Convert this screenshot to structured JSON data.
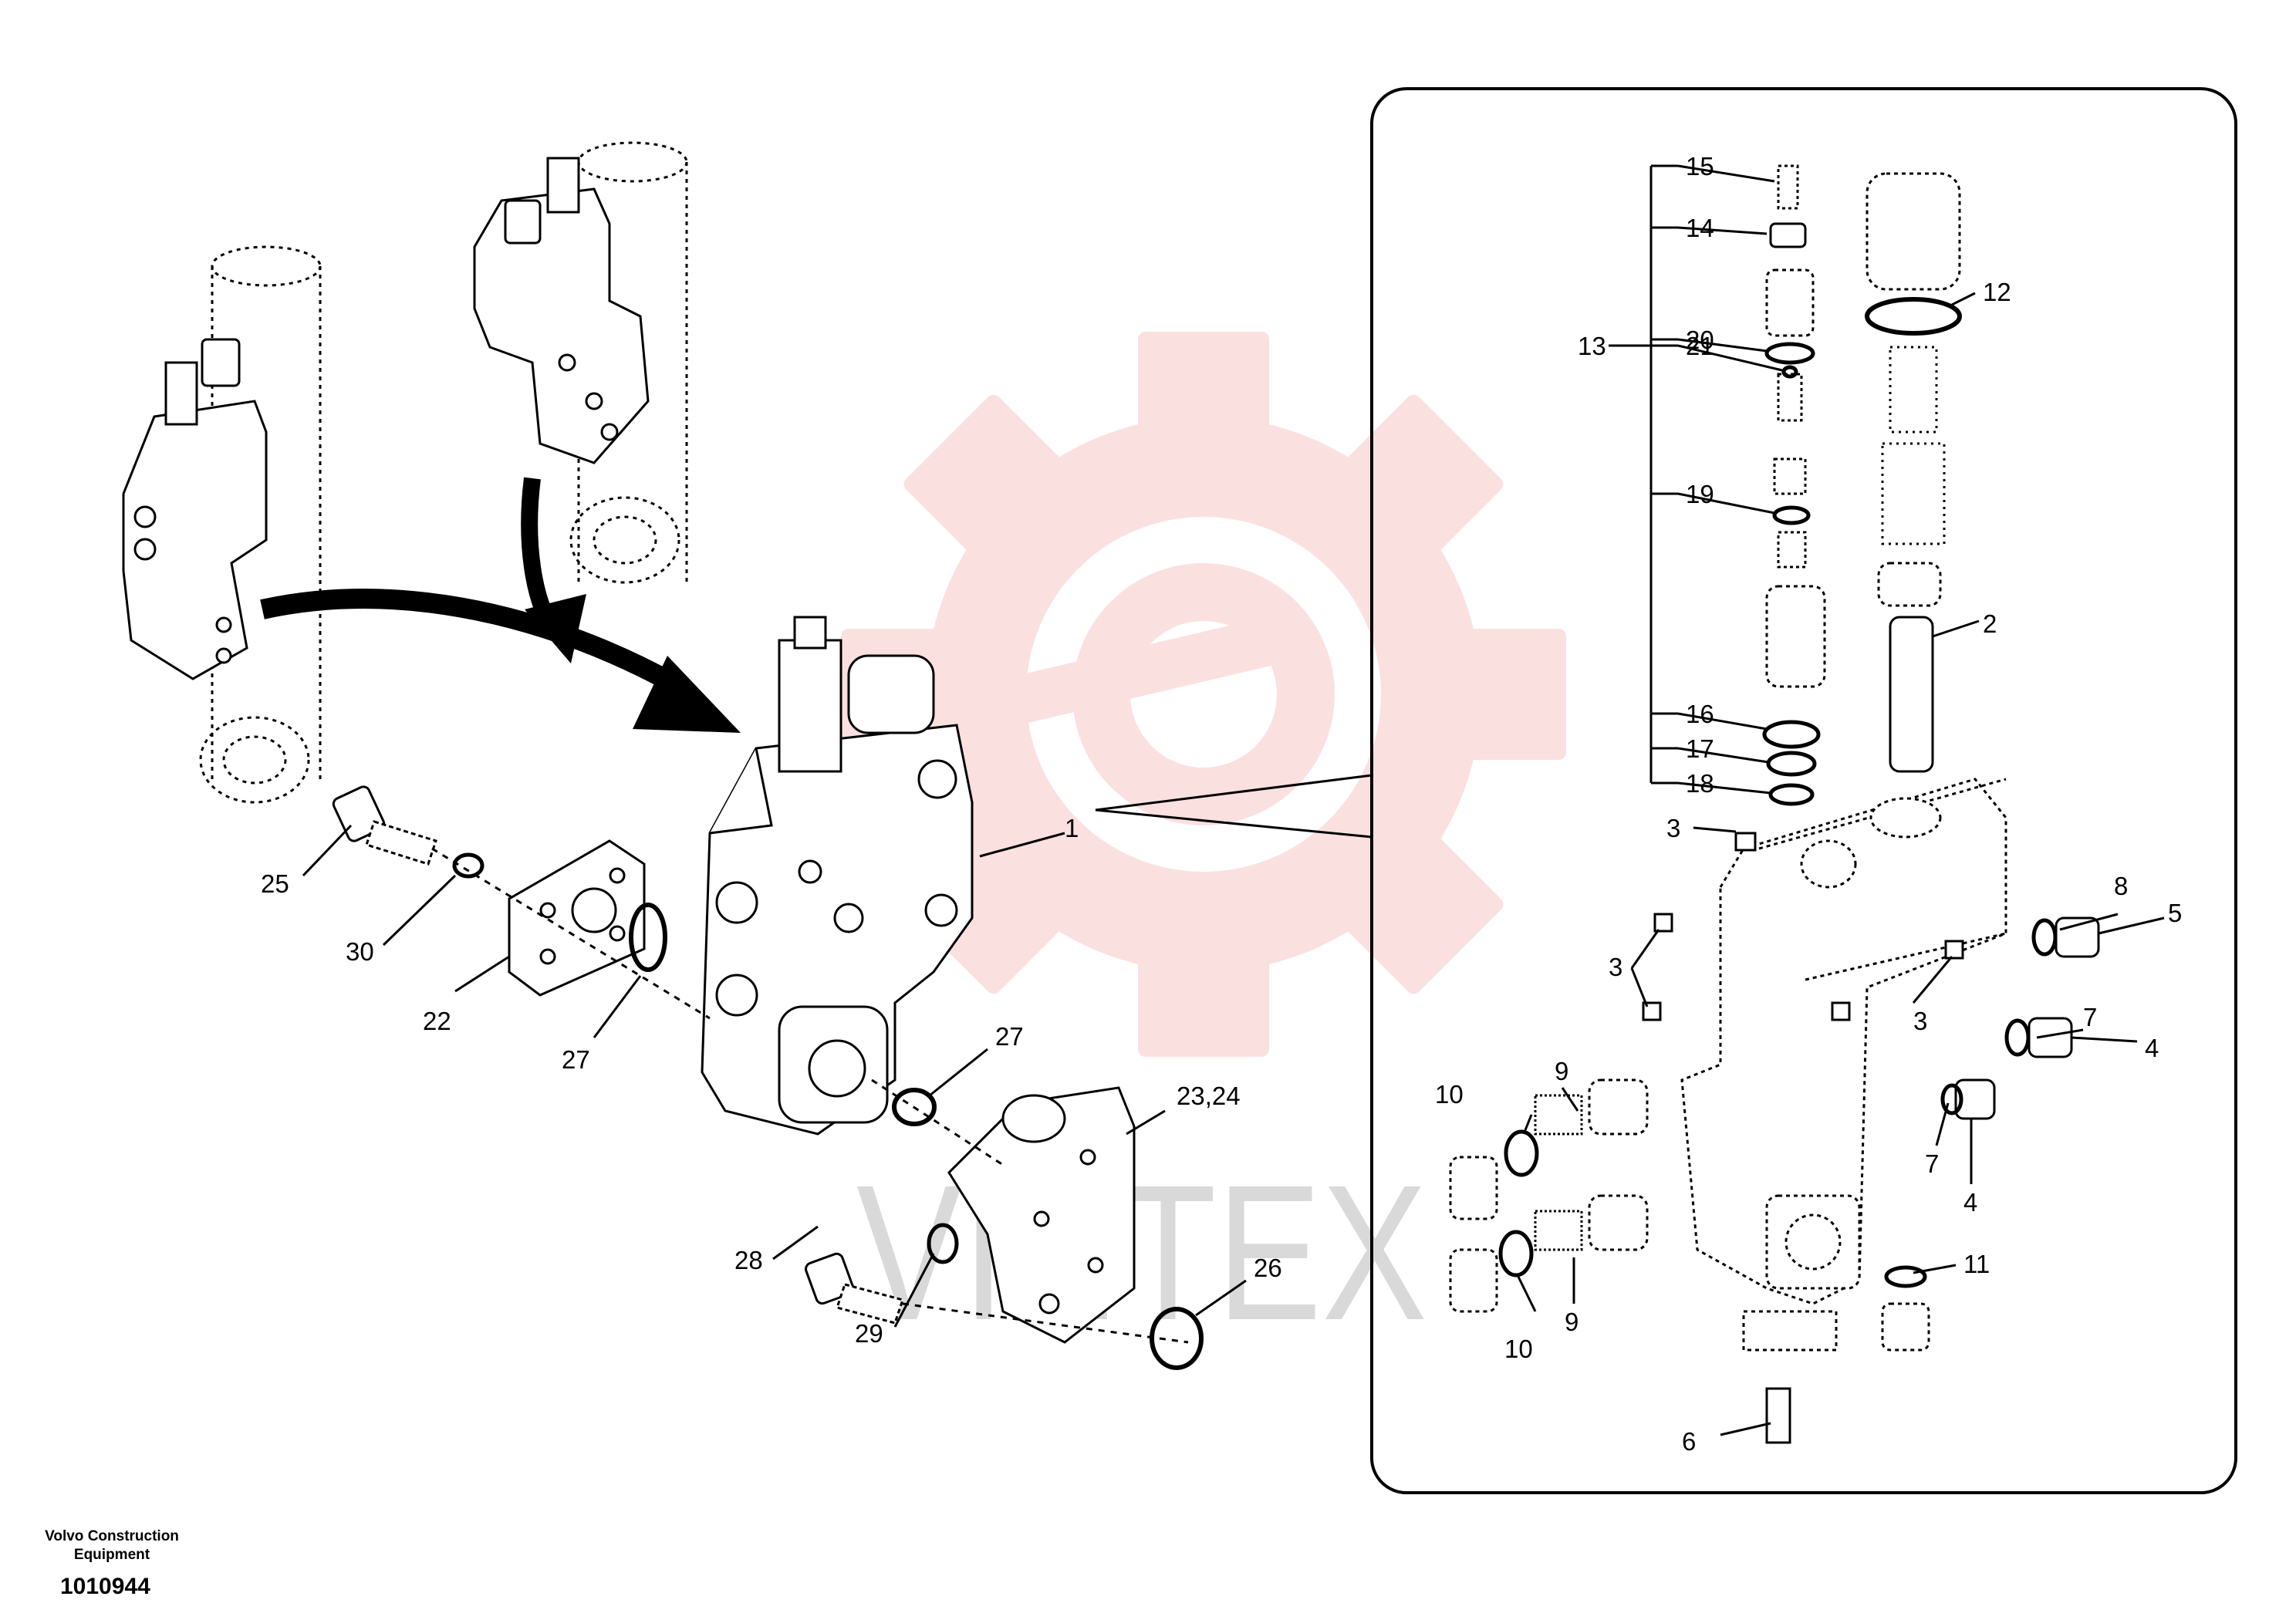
{
  "footer": {
    "company": "Volvo Construction Equipment",
    "doc_number": "1010944"
  },
  "watermark": {
    "text": "VIHTEX",
    "color": "#f4a6a6"
  },
  "callouts": {
    "c1": "1",
    "c2": "2",
    "c3a": "3",
    "c3b": "3",
    "c3c": "3",
    "c4a": "4",
    "c4b": "4",
    "c5": "5",
    "c6": "6",
    "c7a": "7",
    "c7b": "7",
    "c8": "8",
    "c9a": "9",
    "c9b": "9",
    "c10a": "10",
    "c10b": "10",
    "c11": "11",
    "c12": "12",
    "c13": "13",
    "c14": "14",
    "c15": "15",
    "c16": "16",
    "c17": "17",
    "c18": "18",
    "c19": "19",
    "c20": "20",
    "c21": "21",
    "c22": "22",
    "c23": "23,24",
    "c25": "25",
    "c26": "26",
    "c27a": "27",
    "c27b": "27",
    "c28": "28",
    "c29": "29",
    "c30": "30"
  }
}
